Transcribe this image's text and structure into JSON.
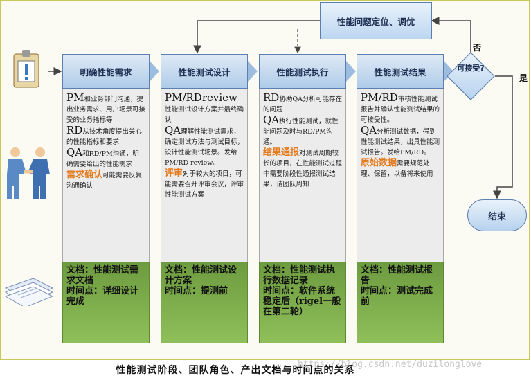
{
  "top_box": "性能问题定位、调优",
  "columns": [
    {
      "title": "明确性能需求",
      "body": [
        {
          "style": "big",
          "text": "PM"
        },
        {
          "style": "t",
          "text": "和业务部门沟通，提出业务需求、用户场景可接受的业务指标等"
        },
        {
          "style": "big",
          "text": "RD"
        },
        {
          "style": "t",
          "text": "从技术角度提出关心的性能指标和要求"
        },
        {
          "style": "big",
          "text": "QA"
        },
        {
          "style": "t",
          "text": "和RD/PM沟通，明确需要给出的性能需求"
        },
        {
          "style": "orange",
          "text": "需求确认"
        },
        {
          "style": "t",
          "text": "可能需要反复沟通确认"
        }
      ],
      "doc": "文档：性能测试需求文档",
      "time": "时间点：详细设计完成"
    },
    {
      "title": "性能测试设计",
      "body": [
        {
          "style": "big",
          "text": "PM/RDreview"
        },
        {
          "style": "t",
          "text": "性能测试设计方案并最终确认"
        },
        {
          "style": "big",
          "text": "QA"
        },
        {
          "style": "t",
          "text": "理解性能测试需求，确定测试方法与测试目标，设计性能测试场景。发给PM/RD review。"
        },
        {
          "style": "orange",
          "text": "评审"
        },
        {
          "style": "t",
          "text": "对于较大的项目，可能需要召开评审会议，评审性能测试方案"
        }
      ],
      "doc": "文档：性能测试设计方案",
      "time": "时间点：提测前"
    },
    {
      "title": "性能测试执行",
      "body": [
        {
          "style": "big",
          "text": "RD"
        },
        {
          "style": "t",
          "text": "协助QA分析可能存在的问题"
        },
        {
          "style": "big",
          "text": "QA"
        },
        {
          "style": "t",
          "text": "执行性能测试，就性能问题及时与RD/PM沟通。"
        },
        {
          "style": "orange",
          "text": "结果通报"
        },
        {
          "style": "t",
          "text": "对测试周期较长的项目，在性能测试过程中需要阶段性通报测试结果，请团队周知"
        }
      ],
      "doc": "文档：性能测试执行数据记录",
      "time": "时间点：软件系统稳定后（rigel一般在第二轮）"
    },
    {
      "title": "性能测试结果",
      "body": [
        {
          "style": "big",
          "text": "PM/RD"
        },
        {
          "style": "t",
          "text": "审核性能测试报告并确认性能测试结果的可接受性。"
        },
        {
          "style": "big",
          "text": "QA"
        },
        {
          "style": "t",
          "text": "分析测试数据，得到性能测试结果，出具性能测试报告。发给PM/RD。"
        },
        {
          "style": "orange",
          "text": "原始数据"
        },
        {
          "style": "t",
          "text": "需要规范处理、保留，以备将来使用"
        }
      ],
      "doc": "文档：性能测试报告",
      "time": "时间点：测试完成前"
    }
  ],
  "decision": "可接受?",
  "no_label": "否",
  "yes_label": "是",
  "end_box": "结束",
  "caption": "性能测试阶段、团队角色、产出文档与时间点的关系",
  "watermark": "https://blog.csdn.net/duzilonglove",
  "icons": [
    "id-badge-icon",
    "handshake-people-icon",
    "documents-icon"
  ],
  "colors": {
    "header_blue": "#aecbe8",
    "doc_green": "#7aaa48",
    "accent_orange": "#e47b1c",
    "body_gray": "#ececec"
  }
}
